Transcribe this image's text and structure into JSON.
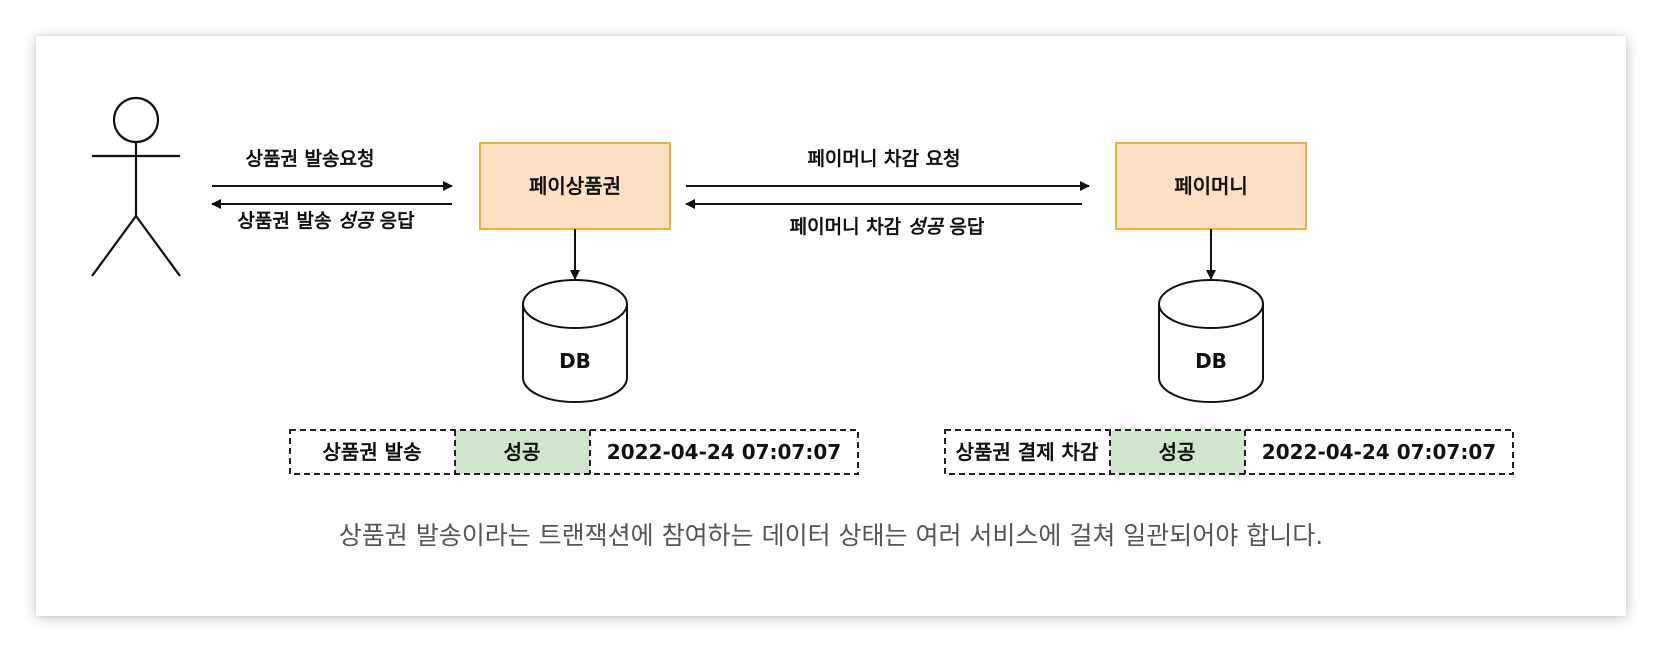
{
  "diagram": {
    "left": {
      "service_box": "페이상품권",
      "request_label": "상품권 발송요청",
      "response_prefix": "상품권 발송 ",
      "response_emph": "성공",
      "response_suffix": " 응답",
      "db_label": "DB",
      "record": {
        "action": "상품권 발송",
        "status": "성공",
        "timestamp": "2022-04-24 07:07:07"
      }
    },
    "right": {
      "service_box": "페이머니",
      "request_label": "페이머니 차감 요청",
      "response_prefix": "페이머니 차감 ",
      "response_emph": "성공",
      "response_suffix": " 응답",
      "db_label": "DB",
      "record": {
        "action": "상품권 결제 차감",
        "status": "성공",
        "timestamp": "2022-04-24 07:07:07"
      }
    },
    "colors": {
      "service_fill": "#fde0c4",
      "service_stroke": "#e7b13f",
      "status_fill": "#cfe5cc"
    }
  },
  "caption": "상품권 발송이라는 트랜잭션에 참여하는 데이터 상태는 여러 서비스에 걸쳐 일관되어야 합니다."
}
